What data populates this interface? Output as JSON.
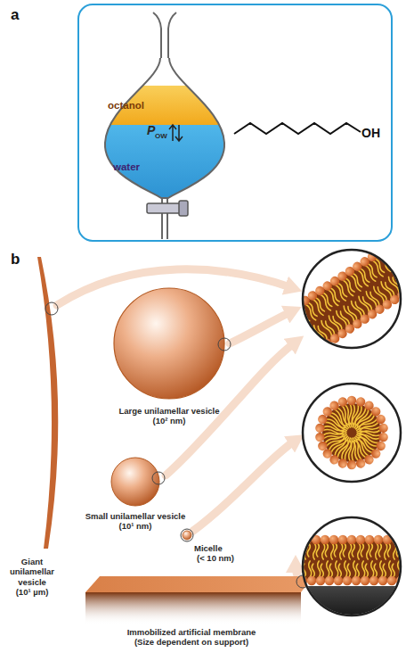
{
  "diagram": {
    "nodes": [
      {
        "text": [
          "Large unilamellar vesicle",
          "(10² nm)"
        ]
      },
      {
        "text": [
          "Small unilamellar vesicle",
          "(10¹ nm)"
        ]
      },
      {
        "text": [
          "Micelle",
          "(< 10 nm)"
        ]
      },
      {
        "text": [
          "Giant unilamellar vesicle",
          "(10¹ µm)"
        ]
      },
      {
        "text": [
          "Immobilized artificial membrane",
          "(Size dependent on support)"
        ]
      }
    ],
    "labels": [
      "a",
      "octanol",
      "P",
      "OW",
      "water",
      "OH",
      "b"
    ]
  }
}
